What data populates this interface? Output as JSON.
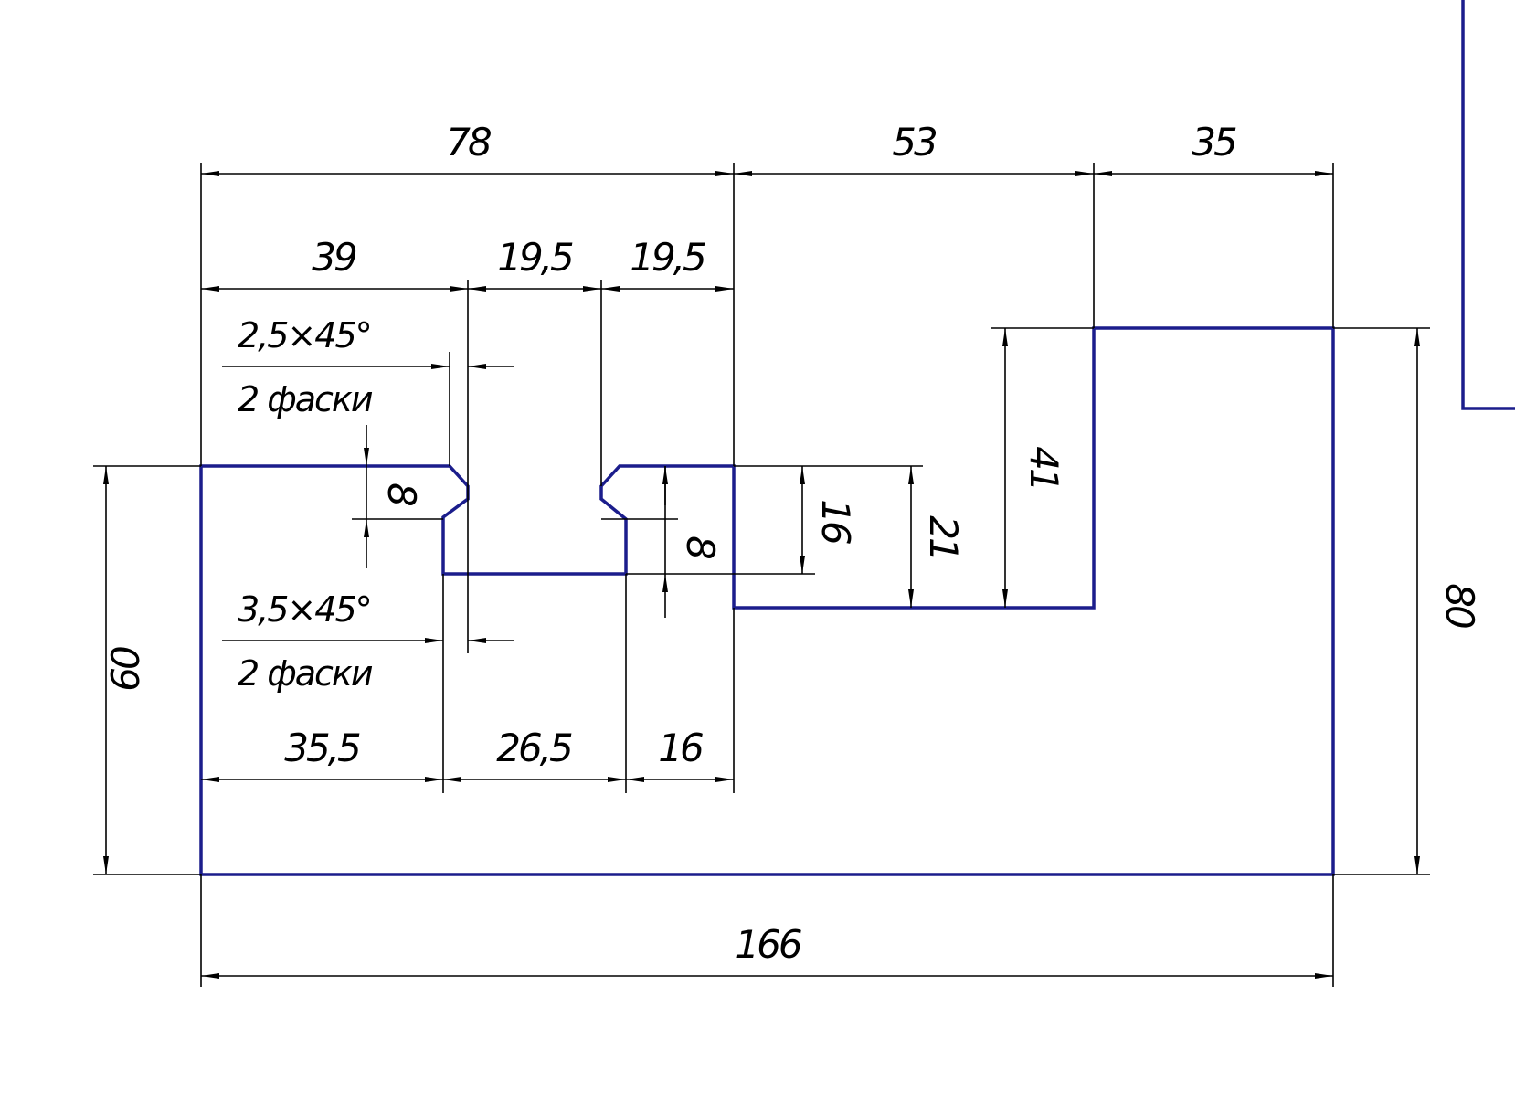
{
  "drawing": {
    "outline_color": "#1b1d8c",
    "dimension_color": "#000000",
    "dimensions": {
      "d78": "78",
      "d53": "53",
      "d35": "35",
      "d39": "39",
      "d19_5a": "19,5",
      "d19_5b": "19,5",
      "d35_5": "35,5",
      "d26_5": "26,5",
      "d16_bottom": "16",
      "d166": "166",
      "d60": "60",
      "d80": "80",
      "d8_left": "8",
      "d8_right": "8",
      "d16_step": "16",
      "d21": "21",
      "d41": "41"
    },
    "chamfer_notes": {
      "upper_size": "2,5×45°",
      "upper_count": "2 фаски",
      "lower_size": "3,5×45°",
      "lower_count": "2 фаски"
    }
  }
}
